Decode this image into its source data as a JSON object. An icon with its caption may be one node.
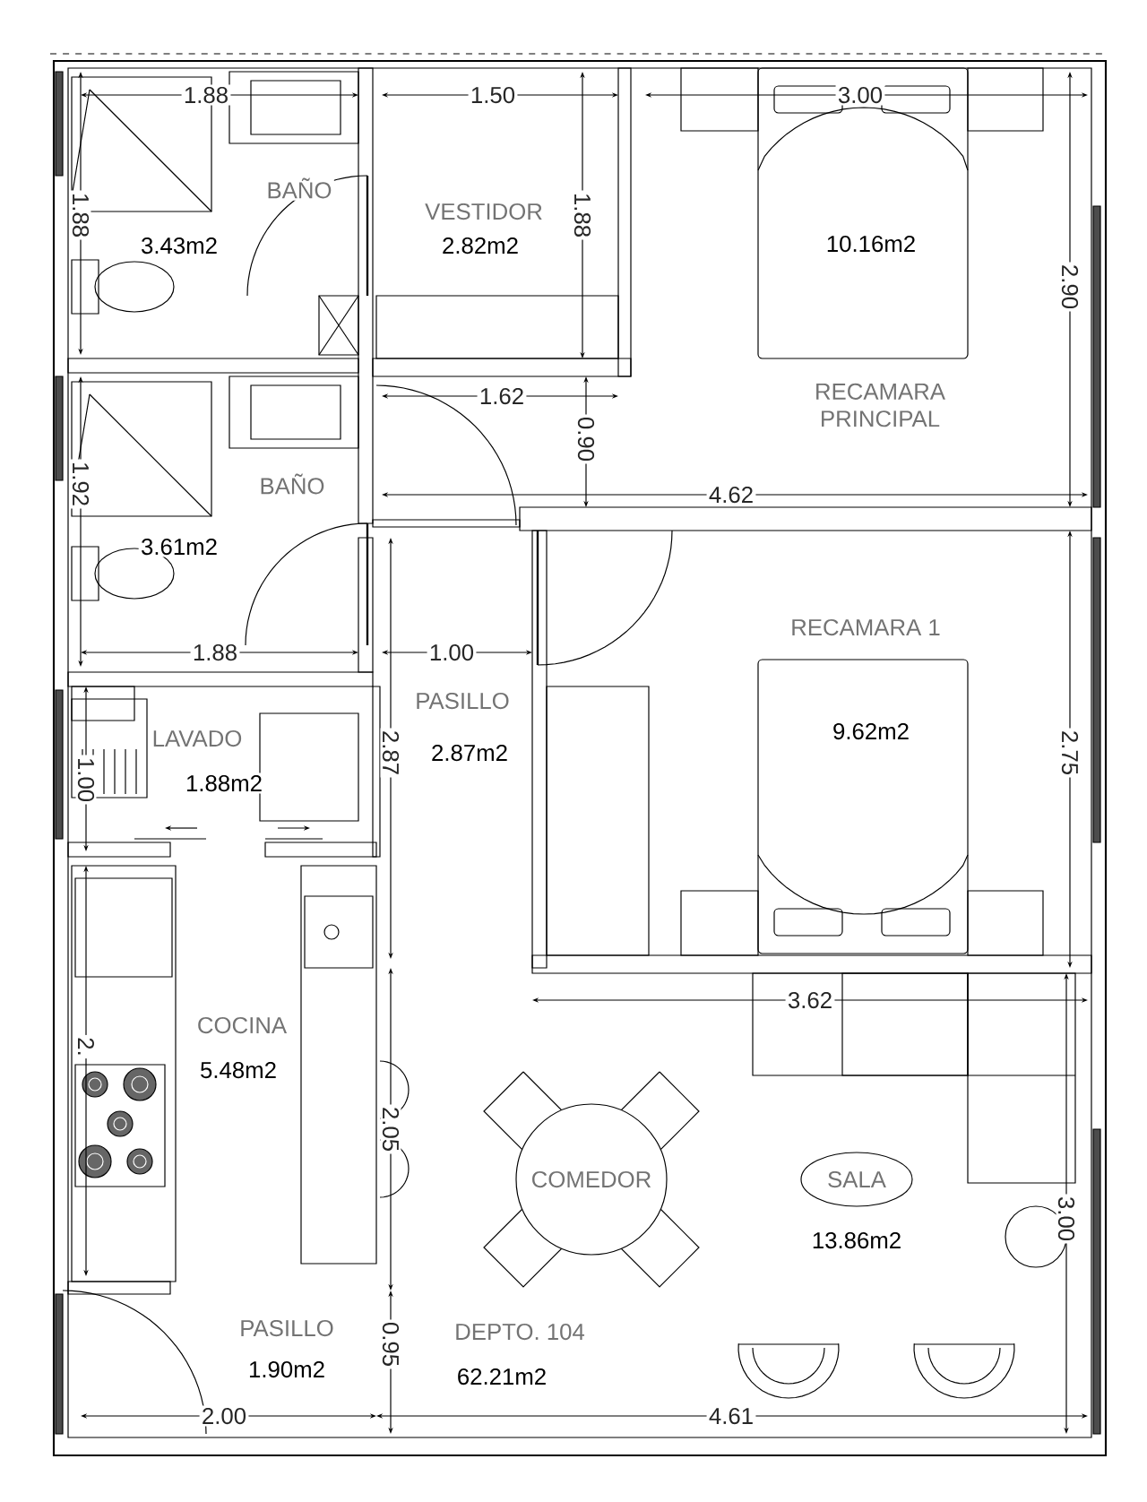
{
  "diagram": {
    "nodes": [
      {
        "text": [
          "COMEDOR"
        ]
      },
      {
        "text": [
          "SALA"
        ]
      }
    ],
    "labels": [
      "1.88",
      "1.50",
      "3.00",
      "BAÑO",
      "VESTIDOR",
      "1.88",
      "1.88",
      "3.43m2",
      "2.82m2",
      "10.16m2",
      "2.90",
      "1.62",
      "RECAMARA PRINCIPAL",
      "0.90",
      "BAÑO",
      "4.62",
      "1.92",
      "3.61m2",
      "RECAMARA 1",
      "1.88",
      "1.00",
      "PASILLO",
      "LAVADO",
      "9.62m2",
      "2.87",
      "2.87m2",
      "2.75",
      "1.00",
      "1.88m2",
      "3.62",
      "COCINA",
      "2.",
      "5.48m2",
      "2.05",
      "3.00",
      "13.86m2",
      "PASILLO",
      "DEPTO. 104",
      "0.95",
      "1.90m2",
      "62.21m2",
      "2.00",
      "4.61"
    ]
  }
}
